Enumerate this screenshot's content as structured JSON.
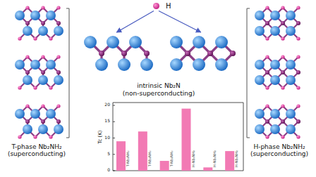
{
  "diagram": {
    "nodes": [
      {
        "text": [
          "H"
        ]
      },
      {
        "text": [
          "intrinsic Nb₂N",
          "(non-superconducting)"
        ]
      }
    ],
    "edges": [
      {
        "from": 0,
        "to": 1,
        "arrow": "to"
      },
      {
        "from": 0,
        "to": 1,
        "arrow": "to"
      }
    ],
    "labels": [
      "T-phase Nb₂NH₂ (superconducting)",
      "H-phase Nb₂NH₂ (superconducting)",
      "Tc (K)",
      "0",
      "5",
      "10",
      "15",
      "20",
      "T-Nb₂NH₂",
      "T-Nb₂NH₂",
      "T-Nb₂NH₂",
      "H-Nb₂NH₂",
      "H-Nb₂NH₂",
      "H-Nb₂NH₂"
    ]
  }
}
